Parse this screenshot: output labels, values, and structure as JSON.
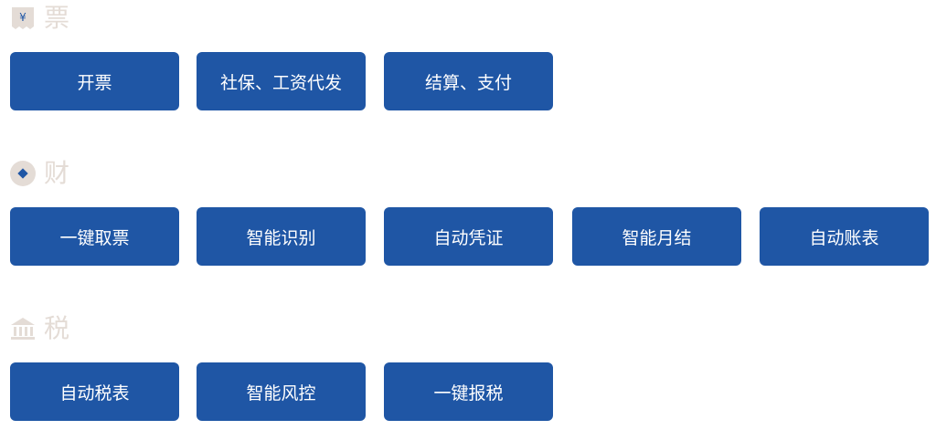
{
  "colors": {
    "button_bg": "#1f56a5",
    "button_text": "#ffffff",
    "section_title": "#e4dcd6",
    "icon_fill": "#e4dcd6",
    "icon_accent": "#1f56a5"
  },
  "sections": [
    {
      "title": "票",
      "icon": "ticket-icon",
      "buttons": [
        "开票",
        "社保、工资代发",
        "结算、支付"
      ]
    },
    {
      "title": "财",
      "icon": "finance-icon",
      "buttons": [
        "一键取票",
        "智能识别",
        "自动凭证",
        "智能月结",
        "自动账表"
      ]
    },
    {
      "title": "税",
      "icon": "bank-icon",
      "buttons": [
        "自动税表",
        "智能风控",
        "一键报税"
      ]
    }
  ]
}
